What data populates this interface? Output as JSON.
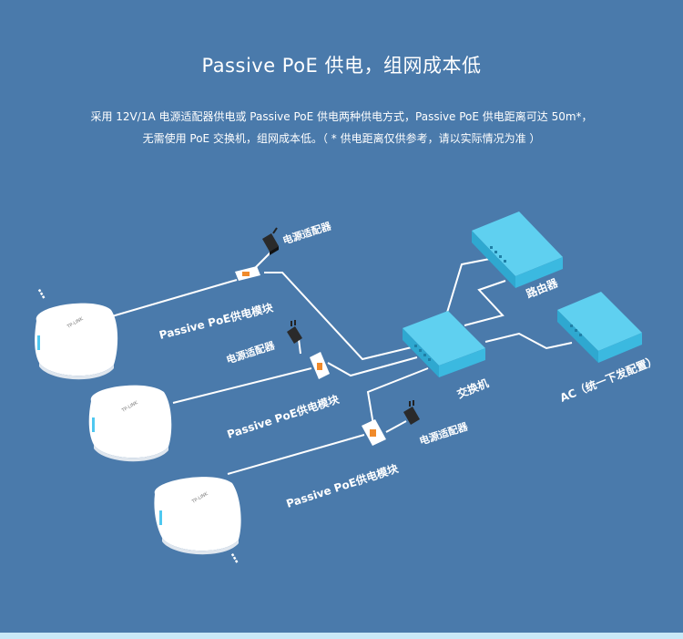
{
  "header": {
    "title": "Passive PoE 供电，组网成本低",
    "desc_line1": "采用 12V/1A 电源适配器供电或 Passive PoE 供电两种供电方式，Passive PoE 供电距离可达 50m*，",
    "desc_line2": "无需使用 PoE 交换机，组网成本低。（ * 供电距离仅供参考，请以实际情况为准 ）"
  },
  "ap_logo": "TP-LINK",
  "labels": {
    "adapter_1": "电源适配器",
    "adapter_2": "电源适配器",
    "adapter_3": "电源适配器",
    "poe_module_1": "Passive PoE供电模块",
    "poe_module_2": "Passive PoE供电模块",
    "poe_module_3": "Passive PoE供电模块",
    "router": "路由器",
    "switch": "交换机",
    "ac": "AC（统一下发配置）",
    "ellipsis_top": "⋮",
    "ellipsis_bottom": "⋮"
  },
  "colors": {
    "background": "#4a7aab",
    "device_top": "#5fd0f0",
    "device_side": "#2fa8d0",
    "line": "#ffffff",
    "ap_body": "#ffffff",
    "ap_led": "#4fc8f0",
    "module_accent": "#f08a2a"
  }
}
